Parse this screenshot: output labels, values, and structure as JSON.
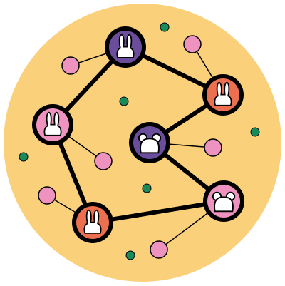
{
  "colors": {
    "background_disc": "#fbd07a",
    "outline": "#000000",
    "edge": "#000000",
    "pink": "#ee92bf",
    "purple": "#6a4e9c",
    "orange": "#ec7050",
    "green": "#198a5a",
    "white": "#ffffff"
  },
  "nodes": [
    {
      "id": "top-rabbit",
      "animal": "rabbit",
      "fill": "purple"
    },
    {
      "id": "right-rabbit",
      "animal": "rabbit",
      "fill": "orange"
    },
    {
      "id": "left-rabbit",
      "animal": "rabbit",
      "fill": "pink"
    },
    {
      "id": "center-bear",
      "animal": "bear",
      "fill": "purple"
    },
    {
      "id": "lower-right-bear",
      "animal": "bear",
      "fill": "pink"
    },
    {
      "id": "bottom-rabbit",
      "animal": "rabbit",
      "fill": "orange"
    }
  ],
  "connections": [
    [
      "top-rabbit",
      "left-rabbit"
    ],
    [
      "top-rabbit",
      "right-rabbit"
    ],
    [
      "right-rabbit",
      "center-bear"
    ],
    [
      "left-rabbit",
      "bottom-rabbit"
    ],
    [
      "bottom-rabbit",
      "lower-right-bear"
    ],
    [
      "center-bear",
      "lower-right-bear"
    ]
  ]
}
